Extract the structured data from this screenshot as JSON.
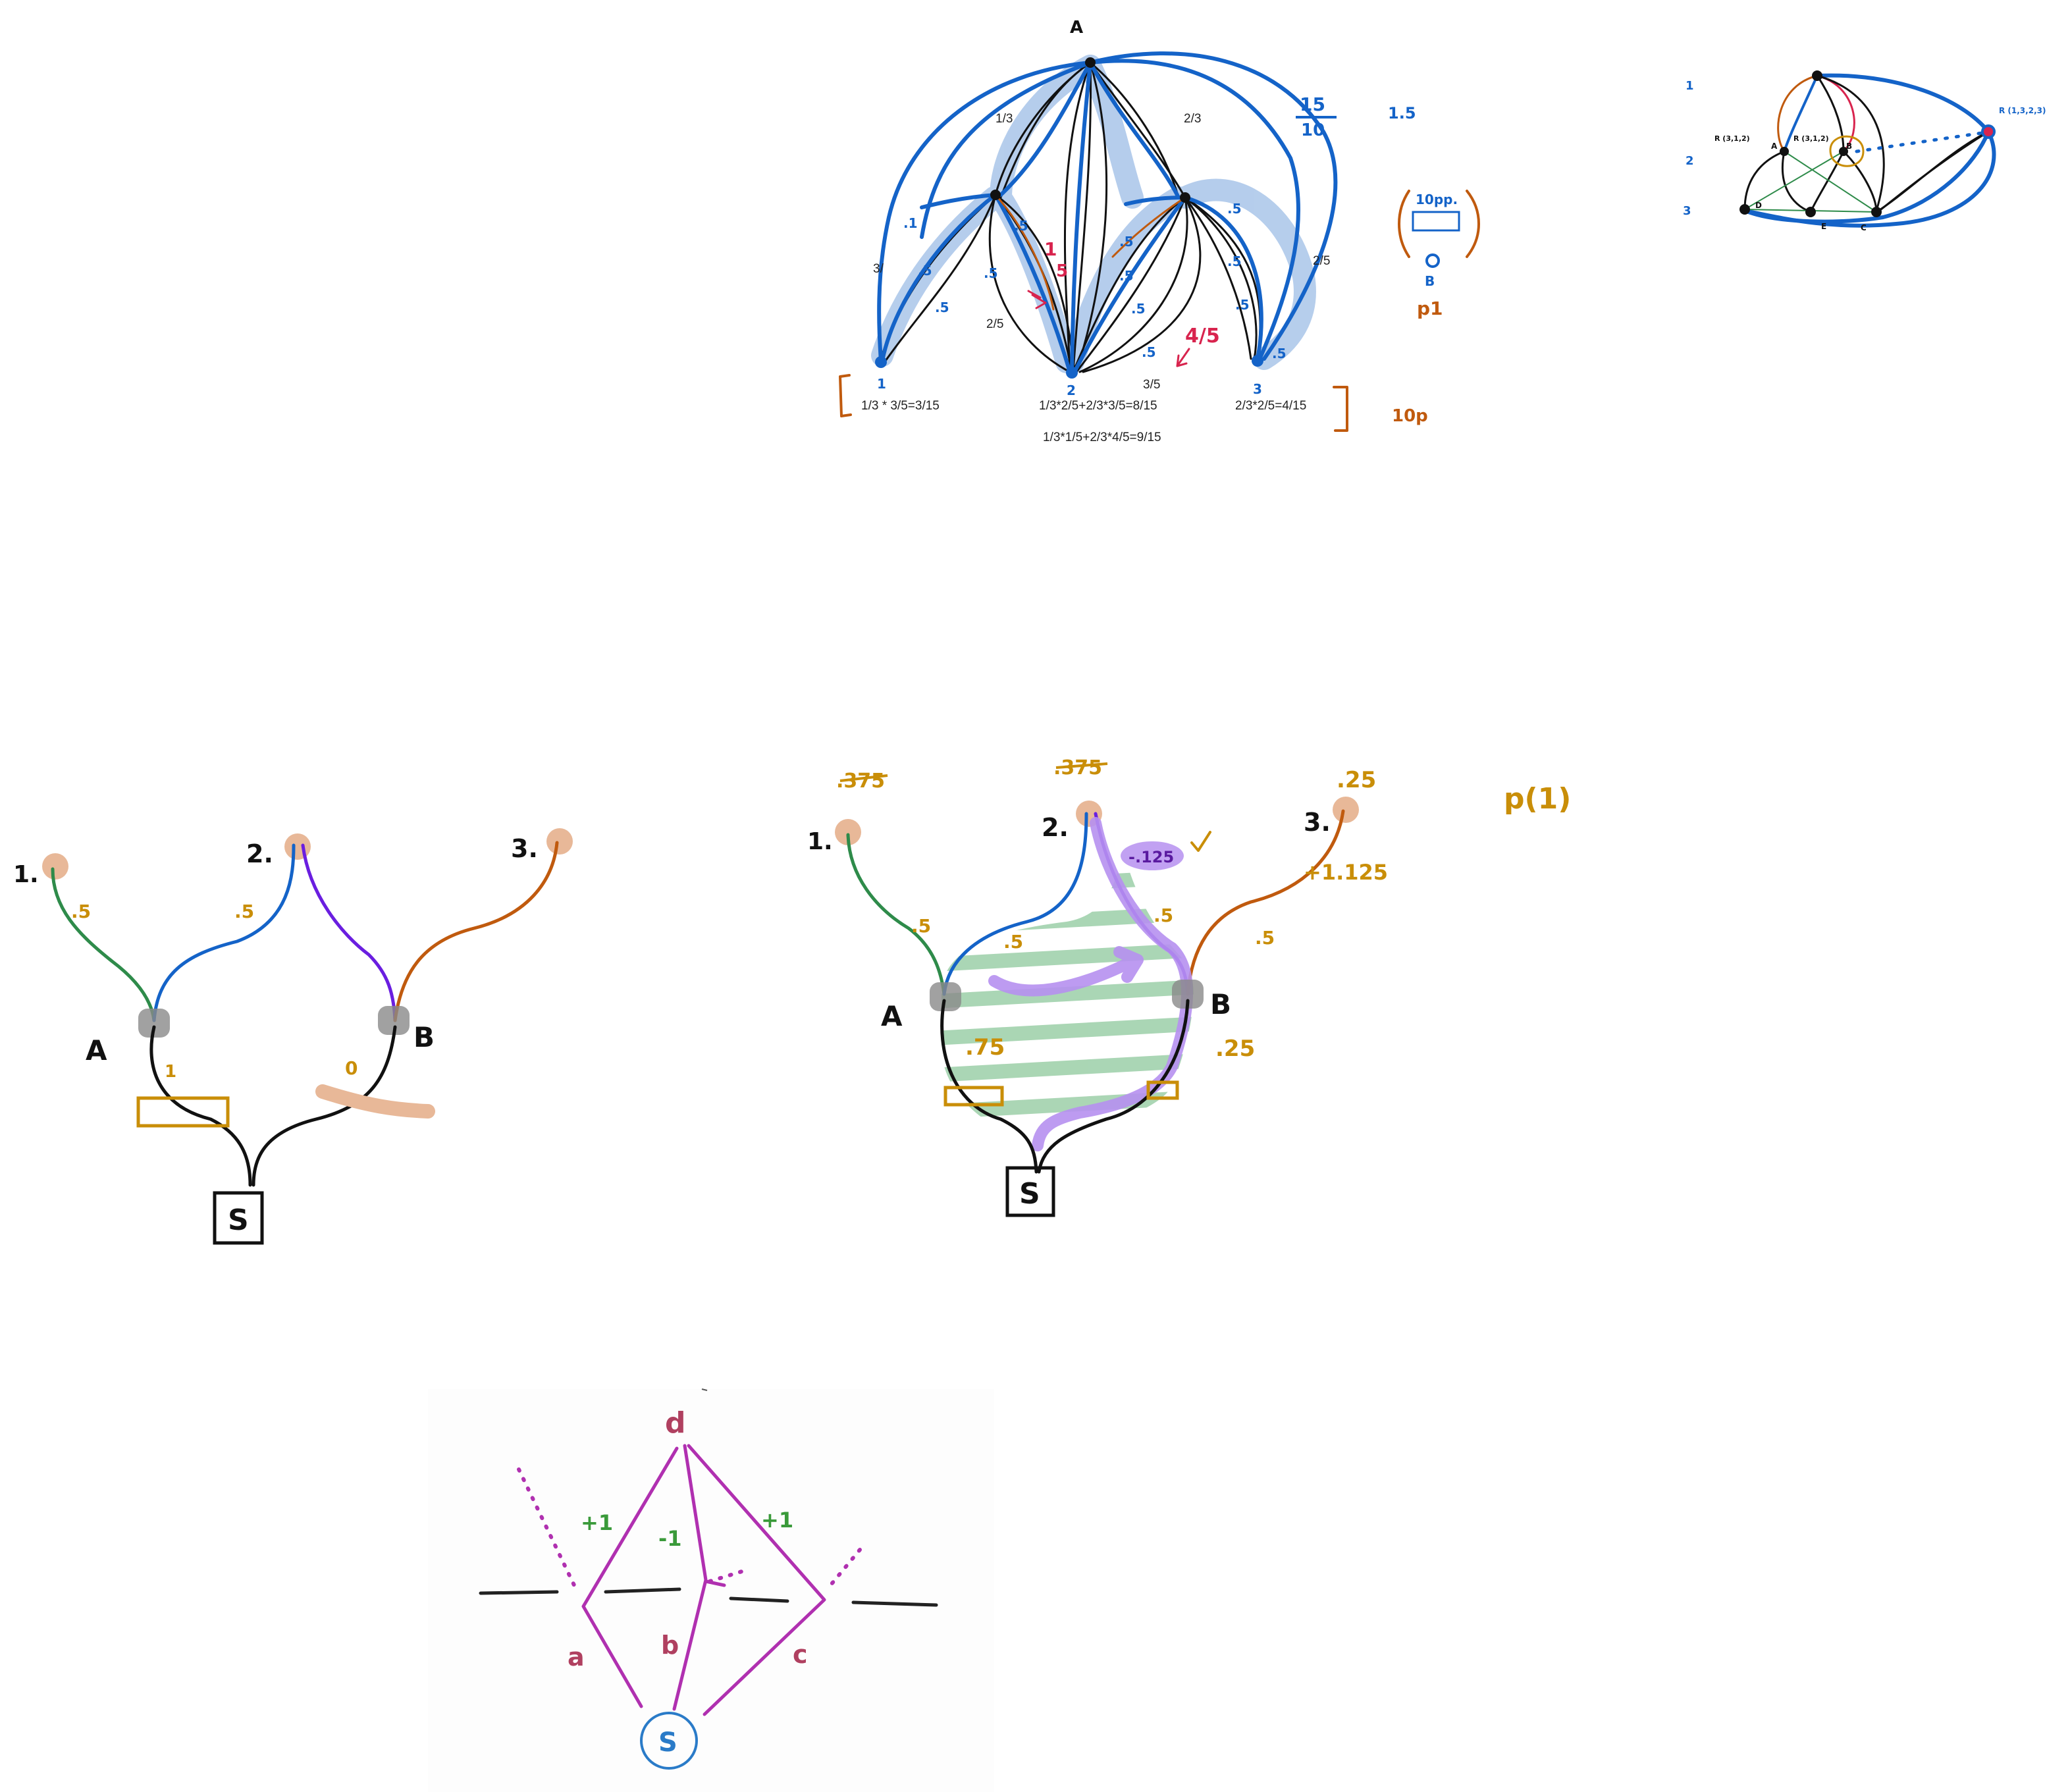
{
  "colors": {
    "blue": "#1463c8",
    "blue_highlight": "#9dbde6",
    "black": "#111111",
    "orange": "#c05a0e",
    "red": "#d8244e",
    "gold": "#c98e08",
    "green": "#2e8b4a",
    "purple": "#6a1ee0",
    "lavender": "#b690f0",
    "tan": "#e8b898",
    "gray": "#8a8a8a",
    "stripe": "#9ccfa8",
    "magenta": "#b030b0",
    "maroon": "#b04060",
    "node_s_blue": "#2a7bc8"
  },
  "top_graph": {
    "node_a": "A",
    "node_1": "1",
    "node_2": "2",
    "node_3": "3",
    "edge_1_3": "1/3",
    "edge_2_3": "2/3",
    "edge_3_left": "3/",
    "edge_2_5": "2/5",
    "edge_3_5": "3/5",
    "edge_2_5_right": "2/5",
    "out_1": "1/3 * 3/5=3/15",
    "out_2": "1/3*2/5+2/3*3/5=8/15",
    "out_2_alt": "1/3*1/5+2/3*4/5=9/15",
    "out_3": "2/3*2/5=4/15",
    "red_1": "1",
    "red_5": "5",
    "red_4_5": "4/5",
    "hand_15": "15",
    "hand_10": "10",
    "hand_1_5": "1.5",
    "hand_10p": "10p",
    "hand_10pp": "10pp.",
    "hand_p1": "p1",
    "hand_b": "B",
    "hand_dot5": ".5",
    "hand_dot_1": ".1"
  },
  "mini_graph": {
    "n1": "1",
    "n2": "2",
    "n3": "3",
    "lbl_a_left": "R (3,1,2)",
    "lbl_a": "A",
    "lbl_b_left": "R (3,1,2)",
    "lbl_b": "B",
    "lbl_right": "R (1,3,2,3)",
    "lbl_d": "D",
    "lbl_e": "E",
    "lbl_c": "C"
  },
  "left_tree": {
    "n1": "1.",
    "n2": "2.",
    "n3": "3.",
    "a": "A",
    "b": "B",
    "s": "S",
    "w_green": ".5",
    "w_blue": ".5",
    "w_a": "1",
    "w_b": "0"
  },
  "mid_tree": {
    "n1": "1.",
    "n2": "2.",
    "n3": "3.",
    "a": "A",
    "b": "B",
    "s": "S",
    "top1": ".375",
    "top2": ".375",
    "top3": ".25",
    "purple_val": "-.125",
    "right_val": "+1.125",
    "w_green": ".5",
    "w_inner": ".5",
    "w_right_inner": ".5",
    "w_right": ".5",
    "w_a": ".75",
    "w_b": ".25",
    "p1": "p(1)"
  },
  "bottom_photo": {
    "d": "d",
    "a": "a",
    "b": "b",
    "c": "c",
    "s": "S",
    "plus1_left": "+1",
    "minus1": "-1",
    "plus1_right": "+1"
  }
}
